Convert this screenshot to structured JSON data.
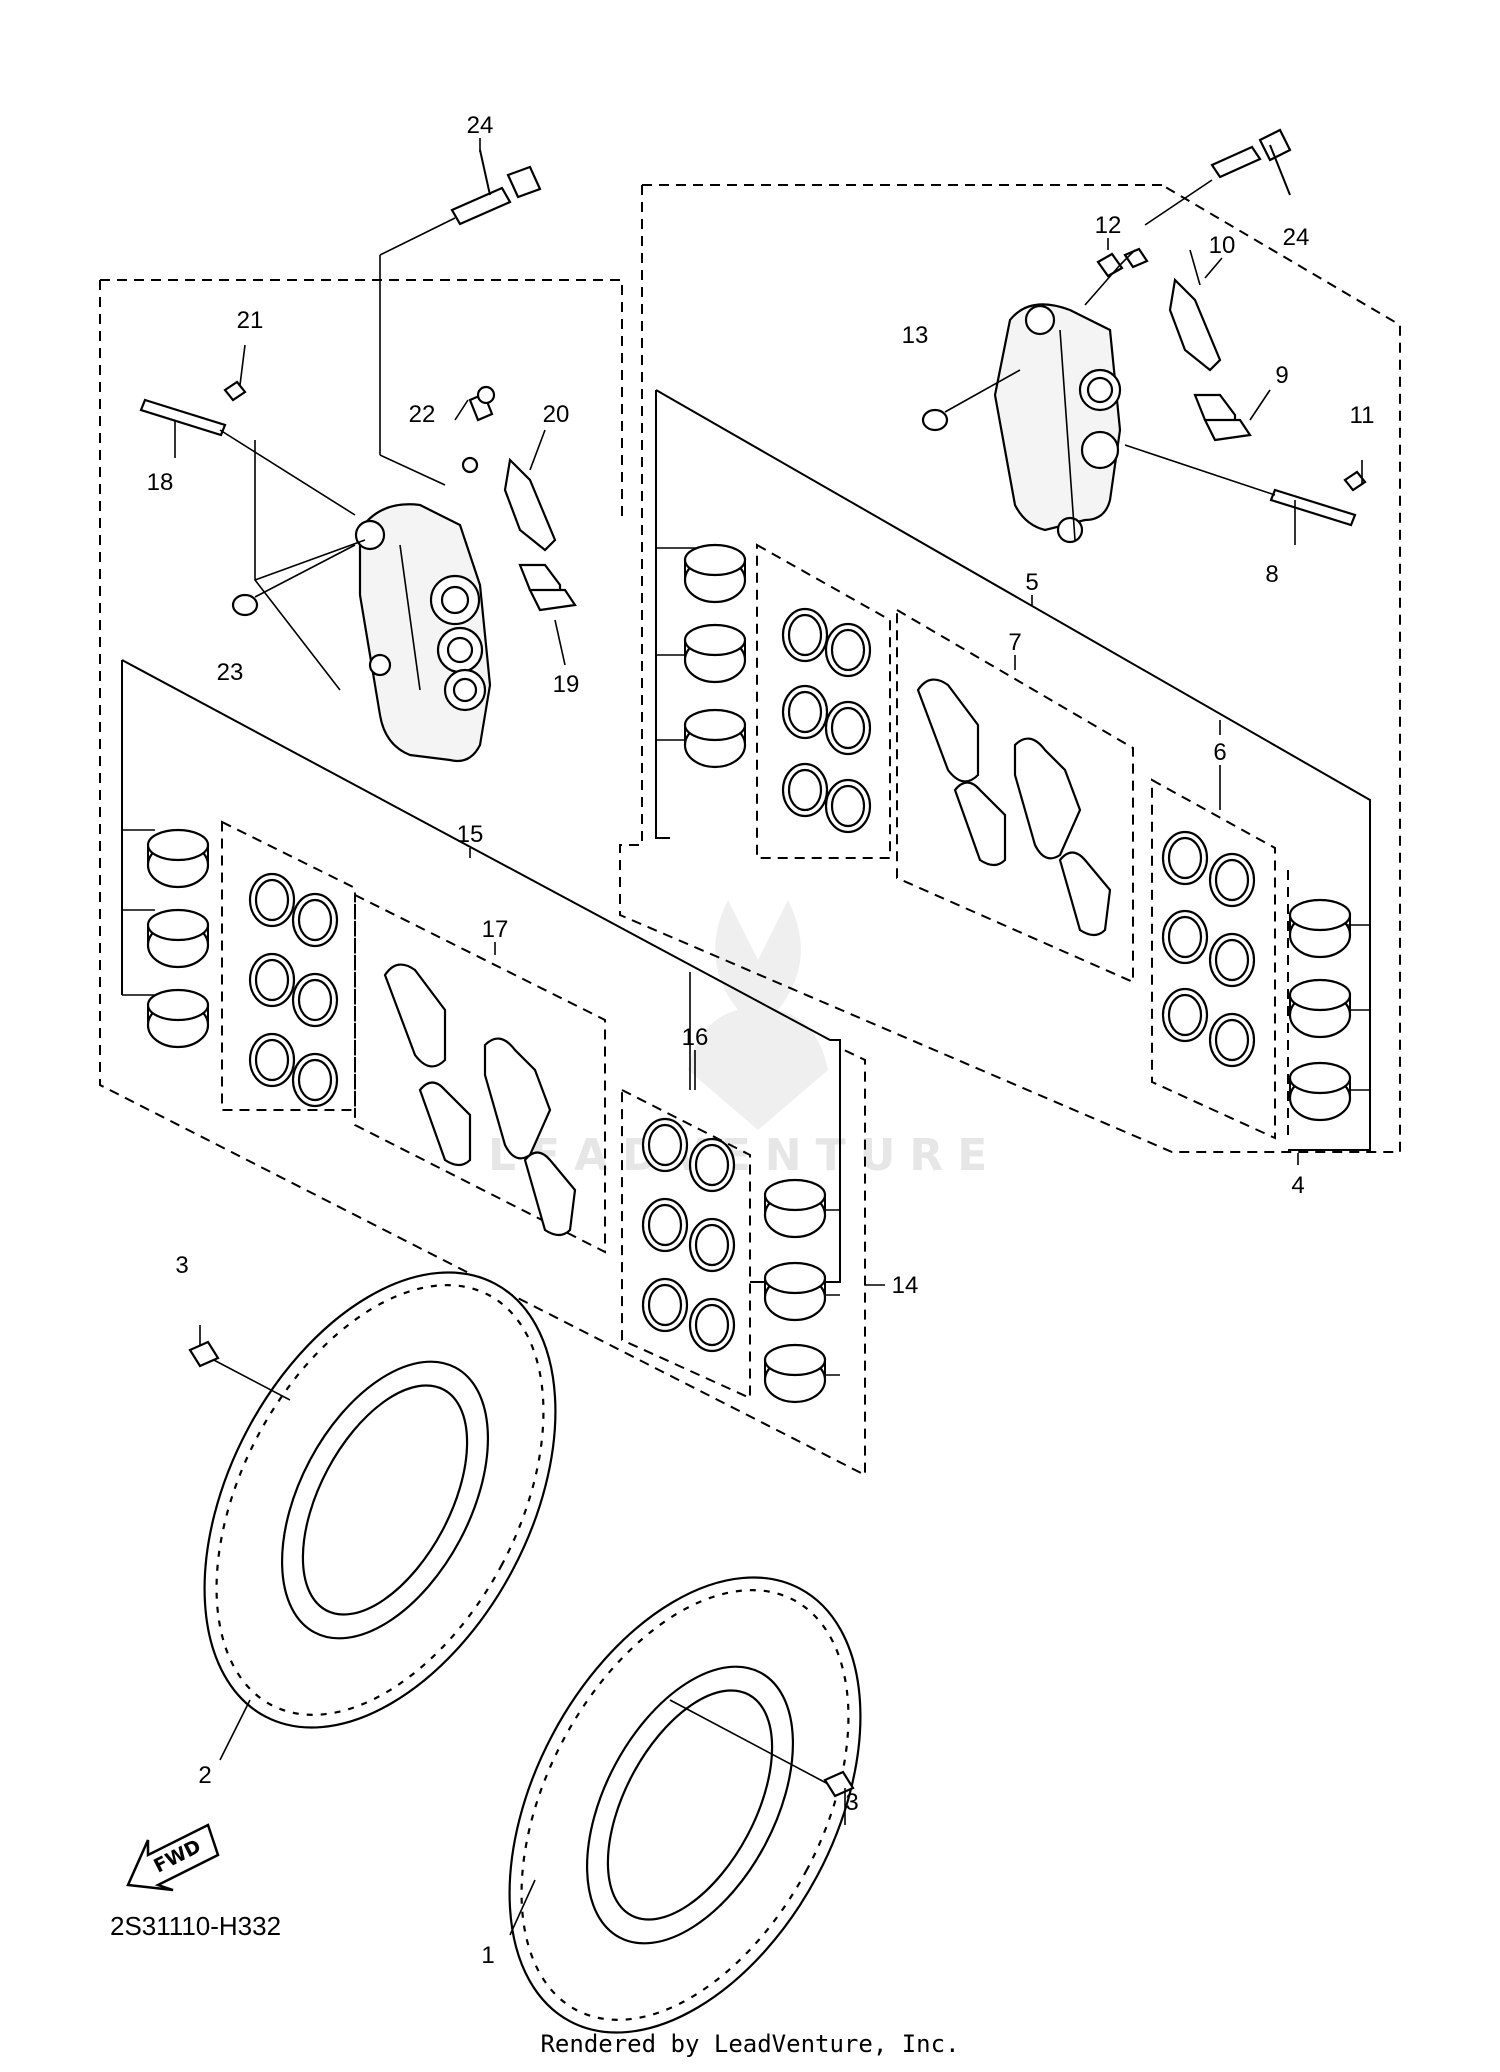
{
  "diagram": {
    "code": "2S31110-H332",
    "rendered_by": "Rendered by LeadVenture, Inc.",
    "watermark": "LEADVENTURE",
    "fwd_label": "FWD",
    "callouts": [
      "24",
      "24",
      "21",
      "22",
      "20",
      "18",
      "23",
      "19",
      "12",
      "10",
      "13",
      "9",
      "11",
      "8",
      "5",
      "7",
      "6",
      "15",
      "17",
      "16",
      "14",
      "4",
      "3",
      "2",
      "3",
      "1"
    ]
  }
}
